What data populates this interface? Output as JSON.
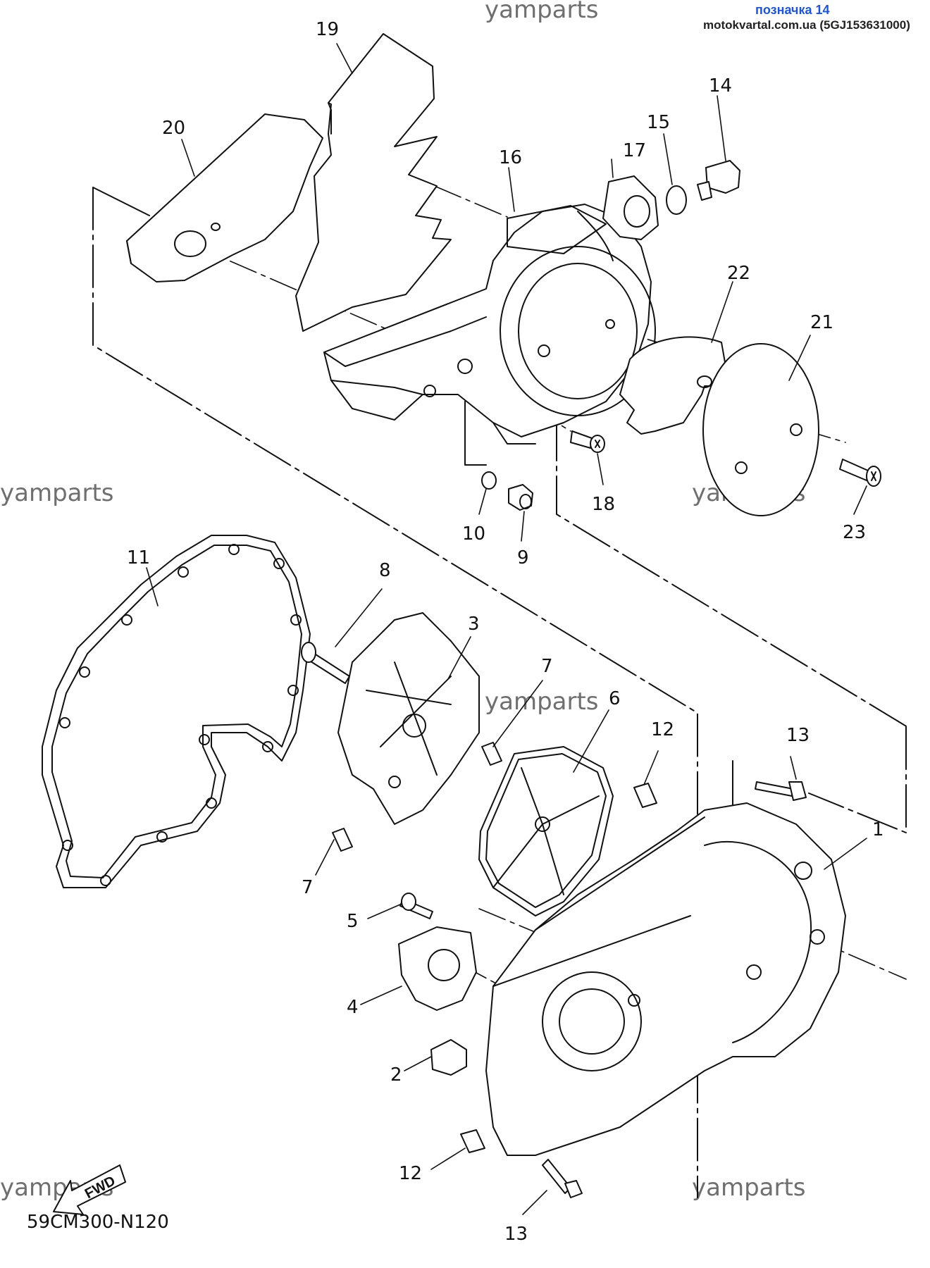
{
  "header": {
    "mark": "позначка 14",
    "site": "motokvartal.com.ua (5GJ153631000)"
  },
  "watermark": "yamparts",
  "diagram_code": "59CM300-N120",
  "fwd_label": "FWD",
  "callouts": {
    "p1": "1",
    "p2": "2",
    "p3": "3",
    "p4": "4",
    "p5": "5",
    "p6": "6",
    "p7a": "7",
    "p7b": "7",
    "p8": "8",
    "p9": "9",
    "p10": "10",
    "p11": "11",
    "p12a": "12",
    "p12b": "12",
    "p13a": "13",
    "p13b": "13",
    "p14": "14",
    "p15": "15",
    "p16": "16",
    "p17": "17",
    "p18": "18",
    "p19": "19",
    "p20": "20",
    "p21": "21",
    "p22": "22",
    "p23": "23"
  },
  "colors": {
    "line": "#111111",
    "watermark": "#6f6f6f",
    "mark": "#1e55d6"
  }
}
